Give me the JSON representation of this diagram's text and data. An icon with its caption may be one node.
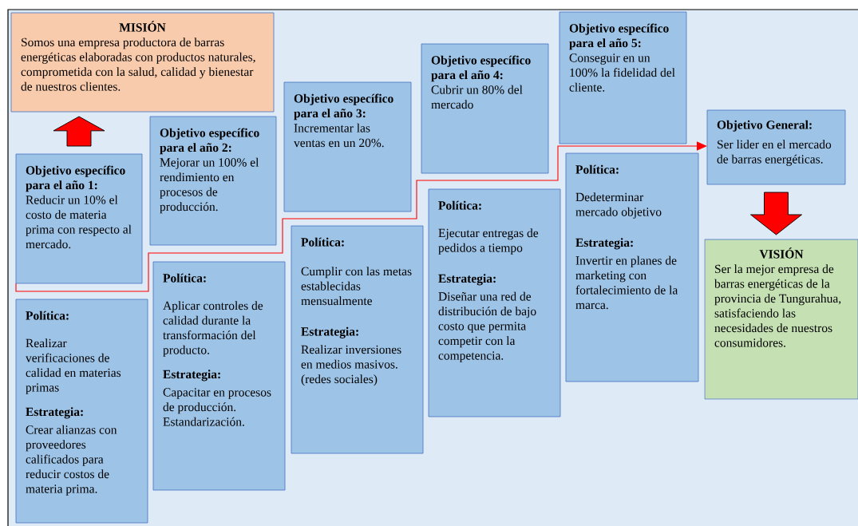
{
  "diagram": {
    "nodes": [
      {
        "text": [
          "MISIÓN",
          "Somos una empresa productora de barras energéticas elaboradas con productos naturales, comprometida con la salud, calidad y bienestar de nuestros clientes."
        ]
      },
      {
        "text": [
          "Objetivo específico para el año 1:",
          "Reducir un 10% el costo de materia prima con respecto al mercado."
        ]
      },
      {
        "text": [
          "Política:",
          "Realizar verificaciones de calidad en materias primas",
          "Estrategia:",
          "Crear alianzas con proveedores calificados para reducir costos de materia prima."
        ]
      },
      {
        "text": [
          "Objetivo específico para el año 2:",
          "Mejorar un 100% el rendimiento en procesos de producción."
        ]
      },
      {
        "text": [
          "Política:",
          "Aplicar controles de calidad durante la transformación del producto.",
          "Estrategia:",
          "Capacitar en procesos de producción. Estandarización."
        ]
      },
      {
        "text": [
          "Objetivo específico para el año 3:",
          "Incrementar las ventas en un 20%."
        ]
      },
      {
        "text": [
          "Política:",
          "Cumplir con las metas establecidas mensualmente",
          "Estrategia:",
          "Realizar inversiones en medios masivos. (redes sociales)"
        ]
      },
      {
        "text": [
          "Objetivo específico para el año 4:",
          "Cubrir un 80% del mercado"
        ]
      },
      {
        "text": [
          "Política:",
          "Ejecutar entregas de pedidos a tiempo",
          "Estrategia:",
          "Diseñar una red de distribución de bajo costo que permita competir con la competencia."
        ]
      },
      {
        "text": [
          "Objetivo específico para el año 5:",
          "Conseguir en un 100% la fidelidad del cliente."
        ]
      },
      {
        "text": [
          "Política:",
          "Dedeterminar mercado objetivo",
          "Estrategia:",
          "Invertir en planes de marketing con fortalecimiento de la marca."
        ]
      },
      {
        "text": [
          "Objetivo General:",
          "Ser lider en el mercado de barras energéticas."
        ]
      },
      {
        "text": [
          "VISIÓN",
          "Ser la mejor empresa de barras energéticas de la provincia de Tungurahua, satisfaciendo las necesidades de nuestros consumidores."
        ]
      }
    ],
    "edges": [
      {
        "from": 1,
        "to": 0,
        "arrow": "to",
        "style": "thick",
        "color": "#ff0000"
      },
      {
        "from": 1,
        "to": 11,
        "arrow": "to",
        "color": "#ff0000"
      },
      {
        "from": 11,
        "to": 12,
        "arrow": "to",
        "style": "thick",
        "color": "#ff0000"
      }
    ]
  }
}
